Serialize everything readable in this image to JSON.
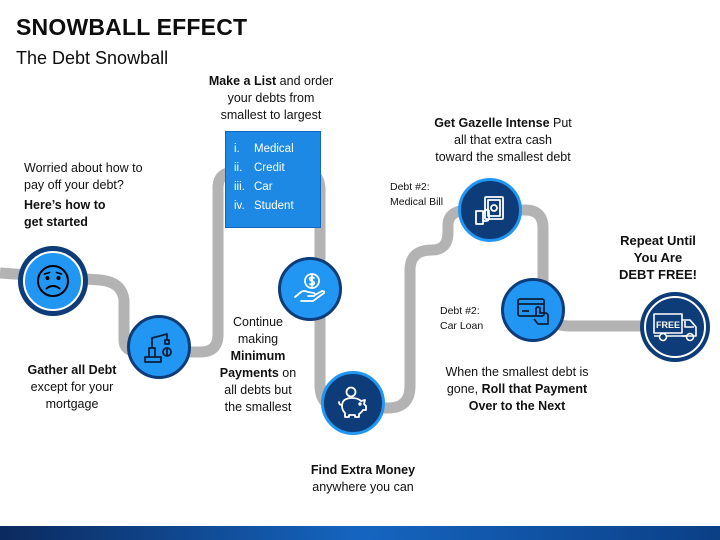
{
  "header": {
    "title": "SNOWBALL EFFECT",
    "subtitle": "The Debt Snowball"
  },
  "steps": {
    "start": {
      "line1": "Worried about how to",
      "line2": "pay off your debt?",
      "bold1": "Here’s how to",
      "bold2": "get started",
      "icon": "worried-face-icon"
    },
    "gather": {
      "bold": "Gather all Debt",
      "line1": "except for your",
      "line2": "mortgage",
      "icon": "crane-icon"
    },
    "list": {
      "bold": "Make a List",
      "line1_rest": " and order",
      "line2": "your debts from",
      "line3": "smallest to largest",
      "items": [
        {
          "num": "i.",
          "label": "Medical"
        },
        {
          "num": "ii.",
          "label": "Credit"
        },
        {
          "num": "iii.",
          "label": "Car"
        },
        {
          "num": "iv.",
          "label": "Student"
        }
      ]
    },
    "minimum": {
      "line1": "Continue",
      "line2": "making",
      "bold1": "Minimum",
      "bold2": "Payments",
      "line3_rest": " on",
      "line4": "all debts but",
      "line5": "the smallest",
      "icon": "hand-dollar-icon"
    },
    "extra": {
      "bold": "Find Extra Money",
      "line1": "anywhere you can",
      "icon": "piggy-bank-icon"
    },
    "gazelle": {
      "bold": "Get Gazelle Intense",
      "line1_rest": " Put",
      "line2": "all that extra cash",
      "line3": "toward the smallest debt",
      "tag1": "Debt #2:",
      "tag2": "Medical Bill",
      "icon": "cash-hand-icon"
    },
    "rollover": {
      "line1": "When the smallest debt is",
      "line2_plain": "gone, ",
      "line2_bold": "Roll that Payment",
      "line3_bold": "Over to the Next",
      "tag1": "Debt #2:",
      "tag2": "Car Loan",
      "icon": "credit-card-hand-icon"
    },
    "finish": {
      "line1": "Repeat Until",
      "line2": "You Are",
      "line3": "DEBT FREE!",
      "truck_label": "FREE",
      "icon": "free-truck-icon"
    }
  },
  "colors": {
    "road": "#b3b3b3",
    "circle_light": "#2196f3",
    "circle_dark": "#0d3c78",
    "list_box": "#1e88e5"
  }
}
